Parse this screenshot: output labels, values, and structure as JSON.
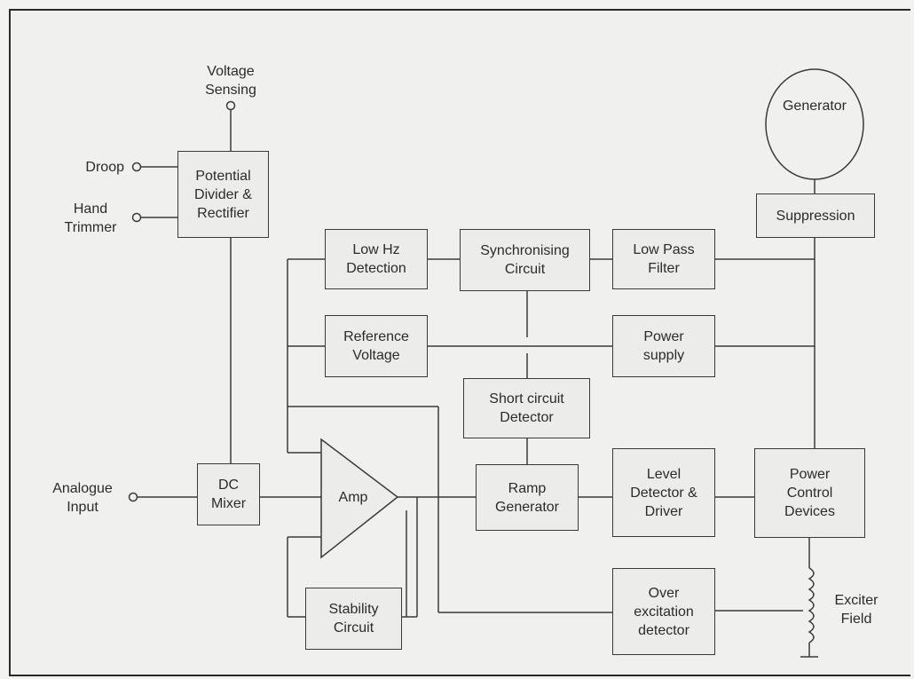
{
  "terminals": {
    "voltage_sensing": "Voltage\nSensing",
    "droop": "Droop",
    "hand_trimmer": "Hand\nTrimmer",
    "analogue_input": "Analogue\nInput",
    "exciter_field": "Exciter\nField"
  },
  "blocks": {
    "potential_divider": "Potential\nDivider &\nRectifier",
    "low_hz_detection": "Low Hz\nDetection",
    "synchronising_circuit": "Synchronising\nCircuit",
    "low_pass_filter": "Low Pass\nFilter",
    "reference_voltage": "Reference\nVoltage",
    "power_supply": "Power\nsupply",
    "short_circuit_detector": "Short circuit\nDetector",
    "dc_mixer": "DC\nMixer",
    "amp": "Amp",
    "ramp_generator": "Ramp\nGenerator",
    "level_detector": "Level\nDetector &\nDriver",
    "power_control": "Power\nControl\nDevices",
    "stability_circuit": "Stability\nCircuit",
    "over_excitation": "Over\nexcitation\ndetector",
    "suppression": "Suppression",
    "generator": "Generator"
  }
}
